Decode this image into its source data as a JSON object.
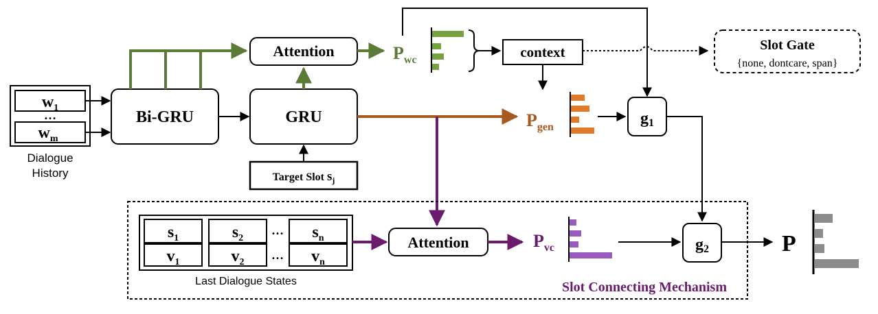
{
  "colors": {
    "green": "#5b7a35",
    "green_bar": "#76a13f",
    "orange": "#a85a1e",
    "orange_bar": "#e07a28",
    "purple": "#6a1b6e",
    "purple_bar": "#9a5bbf",
    "gray_bar": "#8c8c8c"
  },
  "dialogue_history": {
    "tokens": [
      "w",
      "w"
    ],
    "subs": [
      "1",
      "m"
    ],
    "dots": "…",
    "caption_line1": "Dialogue",
    "caption_line2": "History"
  },
  "blocks": {
    "bigru": "Bi-GRU",
    "gru": "GRU",
    "attention_top": "Attention",
    "attention_bottom": "Attention",
    "context": "context",
    "g1_main": "g",
    "g1_sub": "1",
    "g2_main": "g",
    "g2_sub": "2",
    "target_slot": "Target Slot ",
    "target_slot_var": "s",
    "target_slot_sub": "j"
  },
  "slot_gate": {
    "title": "Slot Gate",
    "options": "{none, dontcare, span}"
  },
  "distributions": {
    "pwc_main": "P",
    "pwc_sub": "wc",
    "pgen_main": "P",
    "pgen_sub": "gen",
    "pvc_main": "P",
    "pvc_sub": "vc",
    "p_final": "P"
  },
  "last_states": {
    "top_var": "s",
    "bottom_var": "v",
    "subs": [
      "1",
      "2",
      "n"
    ],
    "dots": "…",
    "caption": "Last Dialogue States"
  },
  "mechanism_label": "Slot Connecting Mechanism"
}
